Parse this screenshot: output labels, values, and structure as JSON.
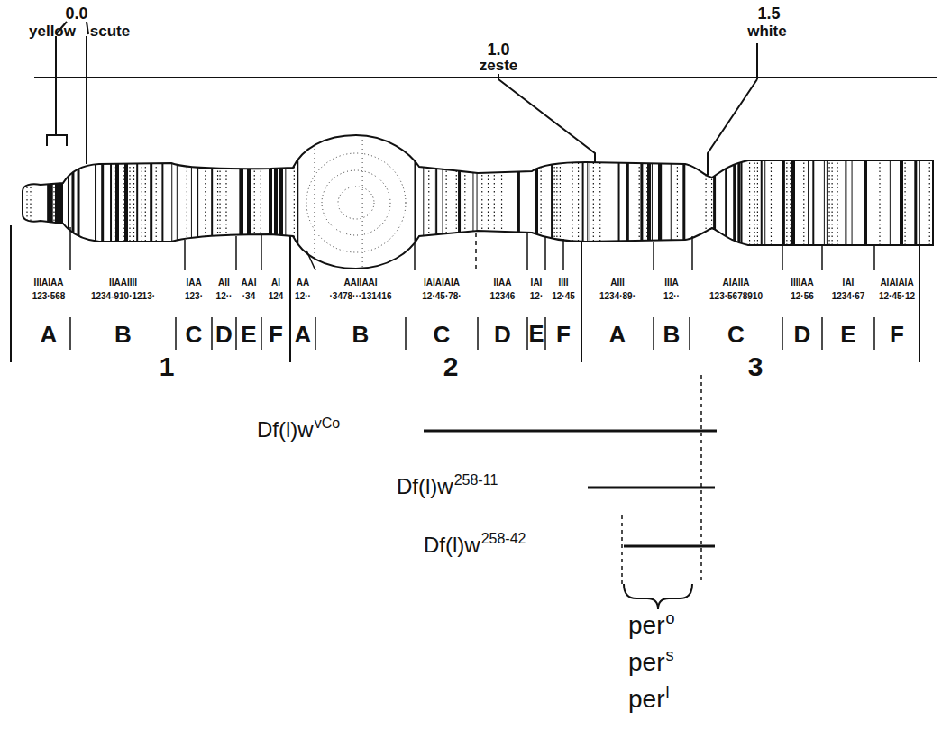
{
  "diagram": {
    "labels": [
      "0.0",
      "yellow",
      "scute",
      "1.0",
      "zeste",
      "1.5",
      "white",
      "IIIAIAA",
      "123·568",
      "A",
      "IIAAIIII",
      "1234-910·1213·",
      "B",
      "IAA",
      "123·",
      "C",
      "AII",
      "12··",
      "D",
      "AAI",
      "·34",
      "E",
      "AI",
      "124",
      "F",
      "AA",
      "12··",
      "A",
      "AAIIAAI",
      "·3478···131416",
      "B",
      "IAIAIAIA",
      "12·45·78·",
      "C",
      "IIAA",
      "12346",
      "D",
      "IAI",
      "12·",
      "E",
      "IIII",
      "12·45",
      "F",
      "AIII",
      "1234·89·",
      "A",
      "IIIA",
      "12··",
      "B",
      "AIAIIA",
      "123·5678910",
      "C",
      "IIIIAA",
      "12·56",
      "D",
      "IAI",
      "1234·67",
      "E",
      "AIAIAIA",
      "12·45·12",
      "F",
      "1",
      "2",
      "3",
      "Df(l)w",
      "vCo",
      "Df(l)w",
      "258-11",
      "Df(l)w",
      "258-42",
      "per",
      "o",
      "per",
      "s",
      "per",
      "l"
    ]
  }
}
